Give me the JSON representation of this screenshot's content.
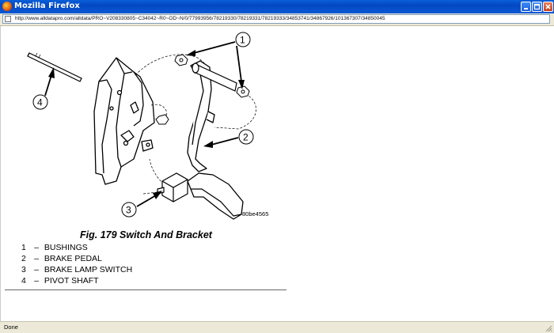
{
  "window": {
    "title": "Mozilla Firefox",
    "buttons": {
      "minimize": "minimize",
      "maximize": "maximize",
      "close": "close"
    }
  },
  "address": {
    "url": "http://www.alldatapro.com/alldata/PRO~V208330805~C34042~R0~OD~N/0/77993956/78219330/78219331/78219333/34853741/34867926/101367307/34850045"
  },
  "figure": {
    "code": "80be4565",
    "caption": "Fig. 179 Switch And Bracket",
    "callouts": [
      "1",
      "2",
      "3",
      "4"
    ],
    "legend": [
      {
        "num": "1",
        "dash": "–",
        "label": "BUSHINGS"
      },
      {
        "num": "2",
        "dash": "–",
        "label": "BRAKE PEDAL"
      },
      {
        "num": "3",
        "dash": "–",
        "label": "BRAKE LAMP SWITCH"
      },
      {
        "num": "4",
        "dash": "–",
        "label": "PIVOT SHAFT"
      }
    ]
  },
  "status": {
    "text": "Done"
  }
}
